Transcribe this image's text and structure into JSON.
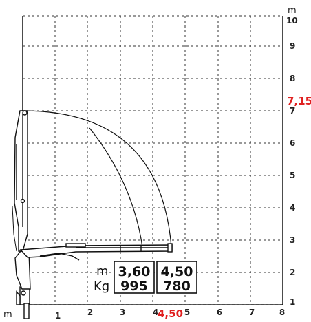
{
  "units": {
    "top": "m",
    "bottom_left": "m",
    "load": "Kg"
  },
  "x_ticks": [
    "1",
    "2",
    "3",
    "4",
    "5",
    "6",
    "7",
    "8"
  ],
  "y_ticks": [
    "1",
    "2",
    "3",
    "4",
    "5",
    "6",
    "7",
    "8",
    "9",
    "10"
  ],
  "highlights": {
    "max_height": "7,15",
    "max_reach": "4,50"
  },
  "load_table": {
    "reach_label": "m",
    "load_label": "Kg",
    "columns": [
      {
        "reach": "3,60",
        "load": "995"
      },
      {
        "reach": "4,50",
        "load": "780"
      }
    ]
  },
  "colors": {
    "highlight": "#e02020",
    "grid": "#333333",
    "line": "#111111"
  }
}
